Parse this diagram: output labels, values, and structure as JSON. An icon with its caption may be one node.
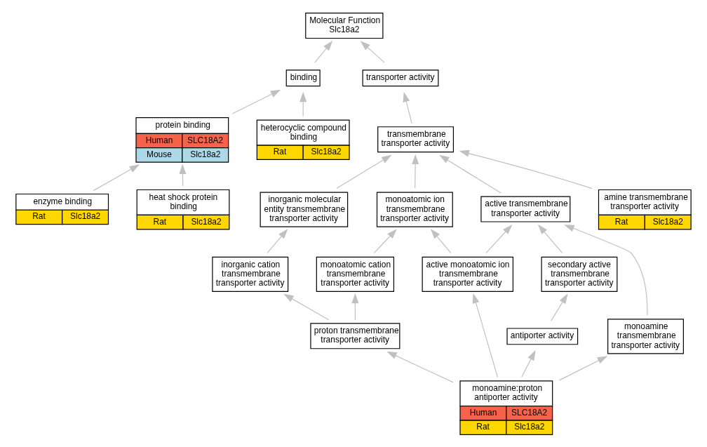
{
  "diagram": {
    "nodes": [
      {
        "text": [
          "Molecular Function Slc18a2"
        ]
      },
      {
        "text": [
          "binding"
        ]
      },
      {
        "text": [
          "transporter activity"
        ]
      },
      {
        "text": [
          "protein binding",
          "Human",
          "SLC18A2",
          "Mouse",
          "Slc18a2"
        ]
      },
      {
        "text": [
          "heterocyclic compound binding",
          "Rat",
          "Slc18a2"
        ]
      },
      {
        "text": [
          "transmembrane transporter activity"
        ]
      },
      {
        "text": [
          "enzyme binding",
          "Rat",
          "Slc18a2"
        ]
      },
      {
        "text": [
          "heat shock protein binding",
          "Rat",
          "Slc18a2"
        ]
      },
      {
        "text": [
          "active transmembrane transporter activity"
        ]
      },
      {
        "text": [
          "monoatomic ion transmembrane transporter activity"
        ]
      },
      {
        "text": [
          "inorganic molecular entity transmembrane transporter activity"
        ]
      },
      {
        "text": [
          "amine transmembrane transporter activity",
          "Rat",
          "Slc18a2"
        ]
      },
      {
        "text": [
          "secondary active transmembrane transporter activity"
        ]
      },
      {
        "text": [
          "active monoatomic ion transmembrane transporter activity"
        ]
      },
      {
        "text": [
          "monoatomic cation transmembrane transporter activity"
        ]
      },
      {
        "text": [
          "inorganic cation transmembrane transporter activity"
        ]
      },
      {
        "text": [
          "monoamine transmembrane transporter activity"
        ]
      },
      {
        "text": [
          "antiporter activity"
        ]
      },
      {
        "text": [
          "proton transmembrane transporter activity"
        ]
      },
      {
        "text": [
          "monoamine:proton antiporter activity",
          "Human",
          "SLC18A2",
          "Rat",
          "Slc18a2"
        ]
      }
    ],
    "edges": [
      {
        "from": 1,
        "to": 0,
        "arrow": "to"
      },
      {
        "from": 2,
        "to": 0,
        "arrow": "to"
      },
      {
        "from": 3,
        "to": 1,
        "arrow": "to"
      },
      {
        "from": 4,
        "to": 1,
        "arrow": "to"
      },
      {
        "from": 5,
        "to": 2,
        "arrow": "to"
      },
      {
        "from": 6,
        "to": 3,
        "arrow": "to"
      },
      {
        "from": 7,
        "to": 3,
        "arrow": "to"
      },
      {
        "from": 8,
        "to": 5,
        "arrow": "to"
      },
      {
        "from": 9,
        "to": 5,
        "arrow": "to"
      },
      {
        "from": 10,
        "to": 5,
        "arrow": "to"
      },
      {
        "from": 11,
        "to": 5,
        "arrow": "to"
      },
      {
        "from": 12,
        "to": 8,
        "arrow": "to"
      },
      {
        "from": 13,
        "to": 8,
        "arrow": "to"
      },
      {
        "from": 16,
        "to": 8,
        "arrow": "to"
      },
      {
        "from": 13,
        "to": 9,
        "arrow": "to"
      },
      {
        "from": 14,
        "to": 9,
        "arrow": "to"
      },
      {
        "from": 15,
        "to": 10,
        "arrow": "to"
      },
      {
        "from": 17,
        "to": 12,
        "arrow": "to"
      },
      {
        "from": 18,
        "to": 14,
        "arrow": "to"
      },
      {
        "from": 18,
        "to": 15,
        "arrow": "to"
      },
      {
        "from": 19,
        "to": 16,
        "arrow": "to"
      },
      {
        "from": 19,
        "to": 17,
        "arrow": "to"
      },
      {
        "from": 19,
        "to": 13,
        "arrow": "to"
      },
      {
        "from": 19,
        "to": 18,
        "arrow": "to"
      }
    ]
  }
}
